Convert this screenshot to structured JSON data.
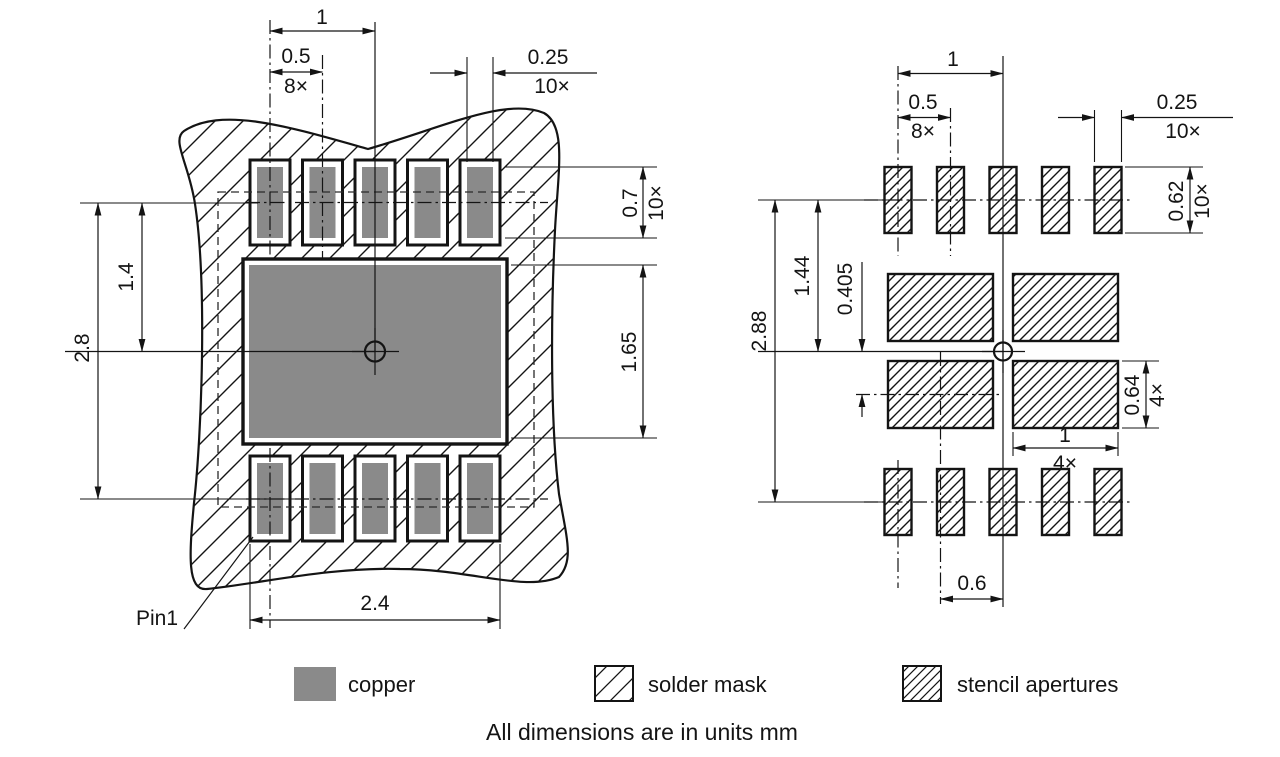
{
  "note": "All dimensions are in units mm",
  "colors": {
    "copper": "#8a8a8a"
  },
  "legend": {
    "copper": "copper",
    "solder_mask": "solder mask",
    "stencil": "stencil apertures"
  },
  "left": {
    "pin1": "Pin1",
    "d_pitch2": "1",
    "d_pitch": "0.5",
    "d_pitch_n": "8×",
    "d_padw": "0.25",
    "d_padw_n": "10×",
    "d_padh": "0.7",
    "d_padh_n": "10×",
    "d_epadh": "1.65",
    "d_row": "1.4",
    "d_span": "2.8",
    "d_epadw": "2.4"
  },
  "right": {
    "d_pitch2": "1",
    "d_pitch": "0.5",
    "d_pitch_n": "8×",
    "d_apw": "0.25",
    "d_apw_n": "10×",
    "d_aph": "0.62",
    "d_aph_n": "10×",
    "d_caph": "0.64",
    "d_caph_n": "4×",
    "d_capw": "1",
    "d_capw_n": "4×",
    "d_row": "1.44",
    "d_offset": "0.405",
    "d_span": "2.88",
    "d_dx": "0.6"
  }
}
